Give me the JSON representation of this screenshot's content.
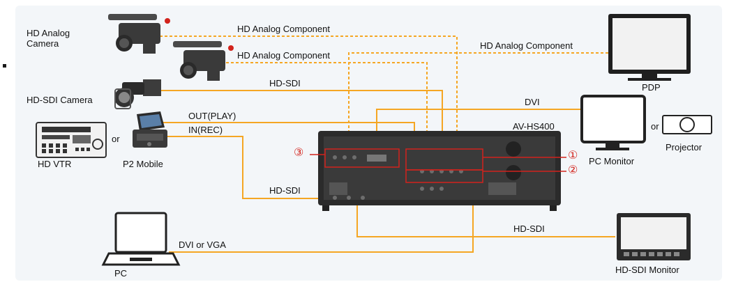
{
  "colors": {
    "background": "#f3f6f9",
    "cable": "#f5a623",
    "callout": "#d2231c",
    "device": "#2a2a2a"
  },
  "devices": {
    "hd_analog_camera": "HD Analog\nCamera",
    "hd_sdi_camera": "HD-SDI Camera",
    "hd_vtr": "HD VTR",
    "p2_mobile": "P2 Mobile",
    "or_1": "or",
    "av_hs400": "AV-HS400",
    "pdp": "PDP",
    "pc_monitor": "PC Monitor",
    "or_2": "or",
    "projector": "Projector",
    "pc": "PC",
    "hd_sdi_monitor": "HD-SDI Monitor"
  },
  "connections": {
    "hd_analog_component_1": "HD Analog Component",
    "hd_analog_component_2": "HD Analog Component",
    "hd_analog_component_3": "HD Analog Component",
    "hd_sdi_camera_line": "HD-SDI",
    "dvi": "DVI",
    "out_play": "OUT(PLAY)",
    "in_rec": "IN(REC)",
    "hd_sdi_vtr_line": "HD-SDI",
    "hd_sdi_monitor_line": "HD-SDI",
    "dvi_or_vga": "DVI or VGA"
  },
  "callouts": {
    "c1": "①",
    "c2": "②",
    "c3": "③"
  }
}
